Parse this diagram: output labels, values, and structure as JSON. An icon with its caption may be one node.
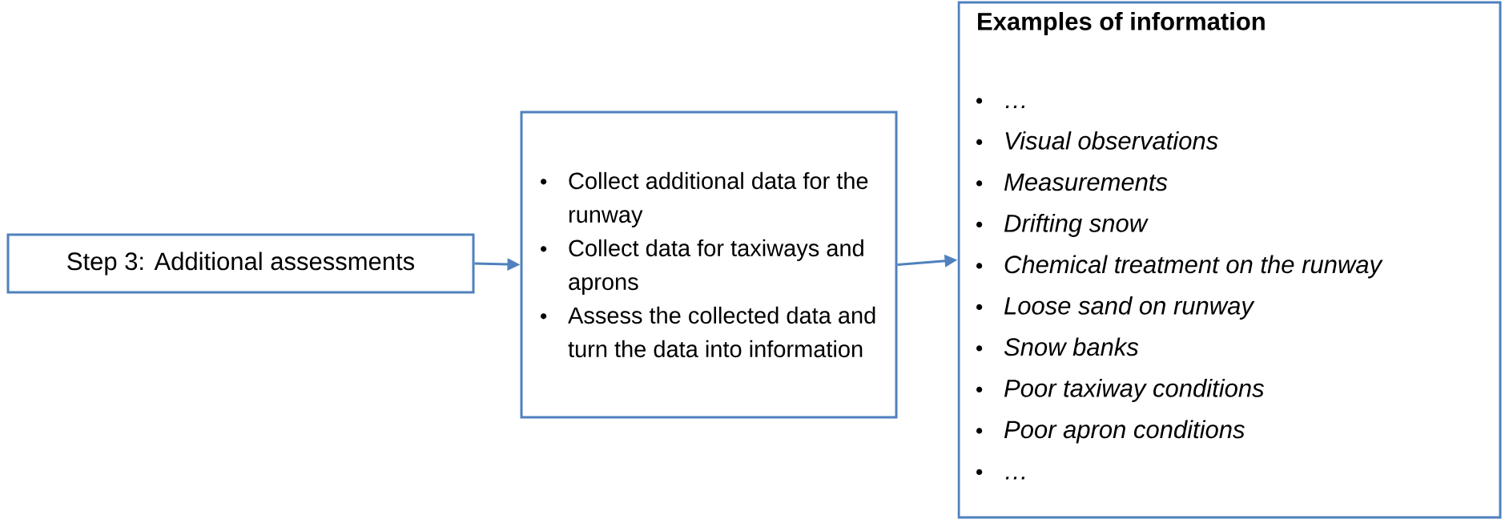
{
  "diagram": {
    "nodes": [
      {
        "text": [
          "Step 3: Additional assessments"
        ]
      },
      {
        "text": [
          "Collect additional data for the runway",
          "Collect data for taxiways and aprons",
          "Assess the collected data and turn the data into information"
        ]
      },
      {
        "text": [
          "Examples of information",
          "…",
          "Visual observations",
          "Measurements",
          "Drifting snow",
          "Chemical treatment on the runway",
          "Loose sand on runway",
          "Snow banks",
          "Poor taxiway conditions",
          "Poor apron conditions",
          "…"
        ]
      }
    ],
    "edges": [
      {
        "from": 0,
        "to": 1,
        "arrow": "to"
      },
      {
        "from": 1,
        "to": 2,
        "arrow": "to"
      }
    ]
  }
}
